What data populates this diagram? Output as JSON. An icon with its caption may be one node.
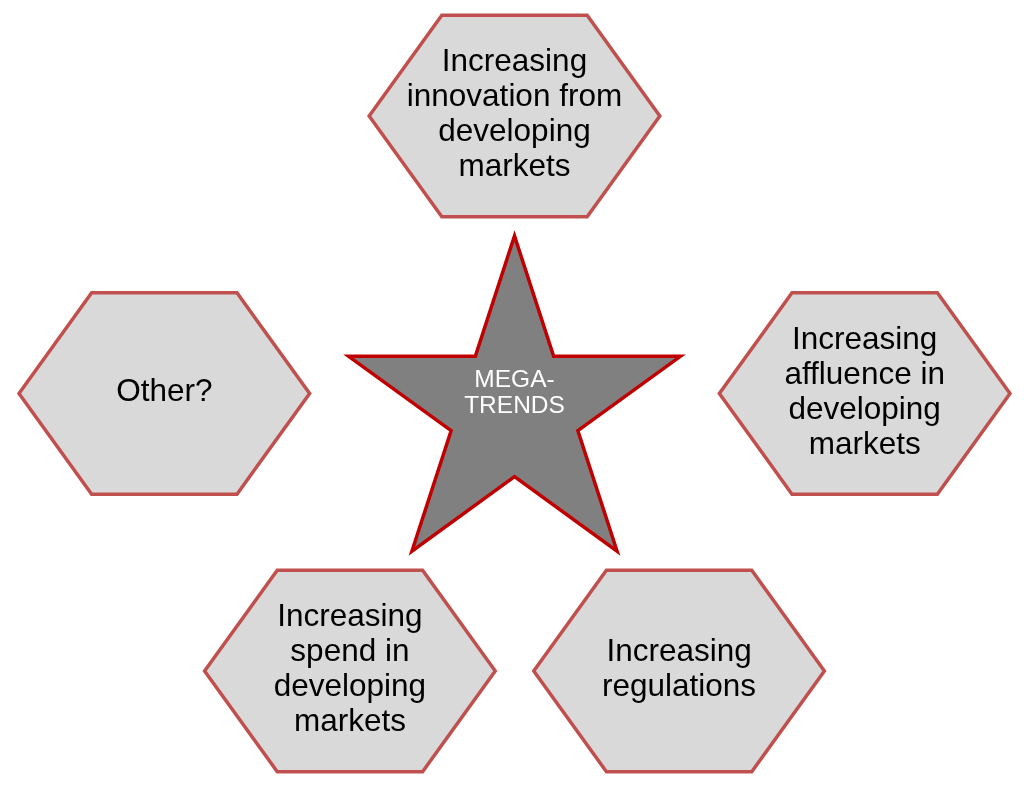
{
  "diagram": {
    "nodes": [
      {
        "text": [
          "MEGA- TRENDS"
        ]
      },
      {
        "text": [
          "Increasing innovation from developing markets"
        ]
      },
      {
        "text": [
          "Other?"
        ]
      },
      {
        "text": [
          "Increasing affluence in developing markets"
        ]
      },
      {
        "text": [
          "Increasing spend in developing markets"
        ]
      },
      {
        "text": [
          "Increasing regulations"
        ]
      }
    ],
    "edges": []
  }
}
